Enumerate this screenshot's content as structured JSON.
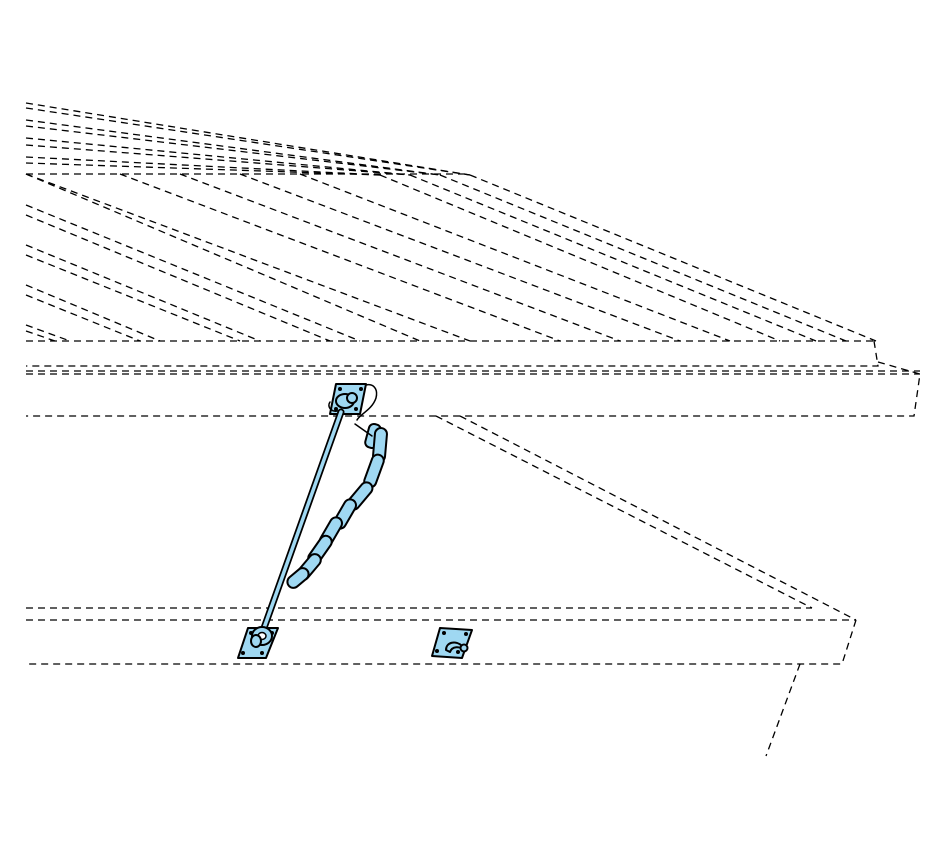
{
  "diagram": {
    "subject": "lid-stay-hardware",
    "colors": {
      "hardware_fill": "#9fd8f2",
      "outline": "#000000",
      "background": "#ffffff"
    },
    "parts": [
      {
        "id": "upper-mount-plate",
        "icon": "square-plate-with-eye"
      },
      {
        "id": "stay-rod",
        "icon": "rigid-rod"
      },
      {
        "id": "stay-chain",
        "icon": "link-chain"
      },
      {
        "id": "lower-rod-plate",
        "icon": "square-plate-with-eye"
      },
      {
        "id": "hook-plate",
        "icon": "square-plate-with-hook"
      }
    ]
  }
}
